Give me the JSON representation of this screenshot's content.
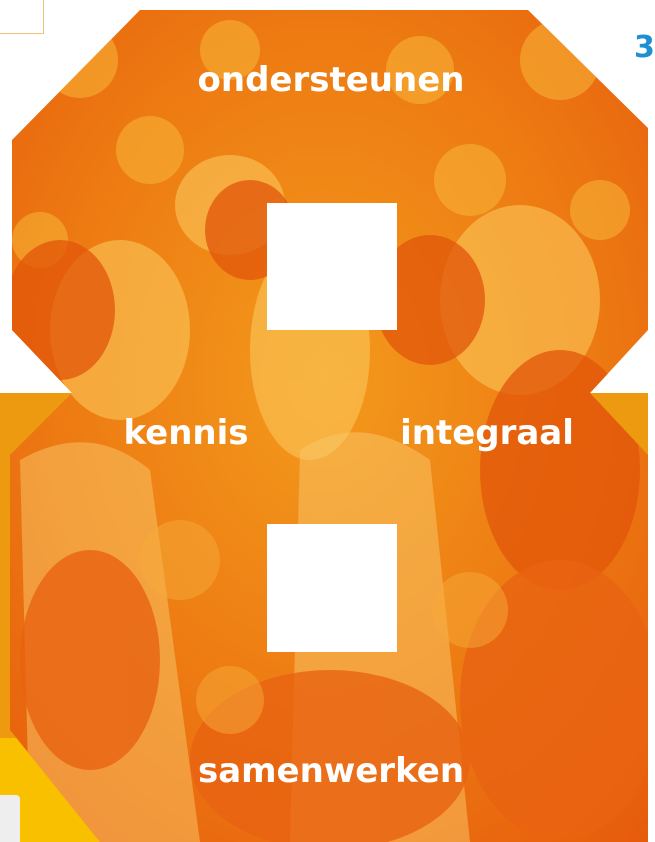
{
  "page": {
    "number": "3",
    "colors": {
      "orange_band": "#ee9a10",
      "yellow_band": "#f9c000",
      "photo_tint": "#ea6a10",
      "accent_blue": "#1e8fd0"
    }
  },
  "figure": {
    "image_description": "orange-tinted photo of a crowd of people",
    "shape": "number-8 outline",
    "words": {
      "top": "ondersteunen",
      "left": "kennis",
      "right": "integraal",
      "bottom": "samenwerken"
    }
  }
}
